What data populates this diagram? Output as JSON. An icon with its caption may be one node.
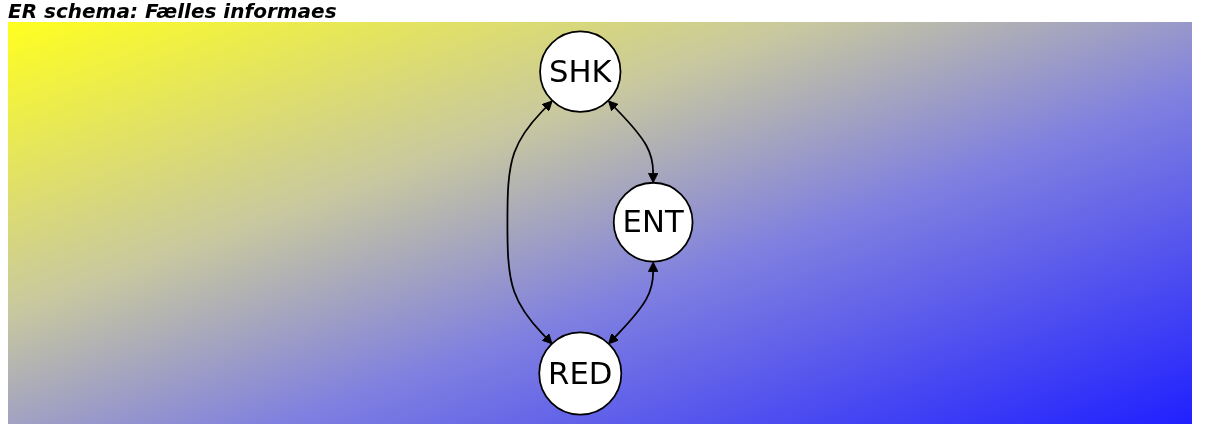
{
  "diagram": {
    "title": "ER schema: Fælles informaes",
    "nodes": [
      {
        "text": [
          "SHK"
        ]
      },
      {
        "text": [
          "ENT"
        ]
      },
      {
        "text": [
          "RED"
        ]
      }
    ],
    "edges": [
      {
        "from": 0,
        "to": 1,
        "arrow": "both"
      },
      {
        "from": 0,
        "to": 2,
        "arrow": "both"
      },
      {
        "from": 1,
        "to": 2,
        "arrow": "both"
      }
    ]
  }
}
